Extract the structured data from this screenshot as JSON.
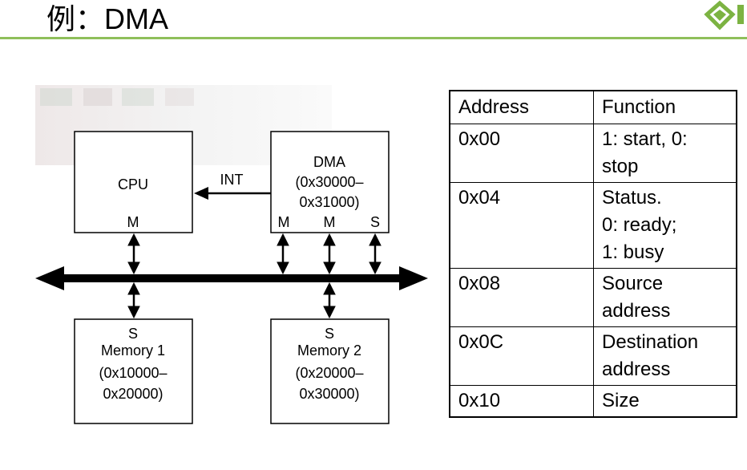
{
  "slide": {
    "title": "例：DMA"
  },
  "diagram": {
    "cpu": {
      "label": "CPU",
      "port": "M"
    },
    "dma": {
      "name": "DMA",
      "range_line1": "(0x30000–",
      "range_line2": "0x31000)",
      "ports": [
        "M",
        "M",
        "S"
      ]
    },
    "int_label": "INT",
    "memory1": {
      "port": "S",
      "name": "Memory 1",
      "range_line1": "(0x10000–",
      "range_line2": "0x20000)"
    },
    "memory2": {
      "port": "S",
      "name": "Memory 2",
      "range_line1": "(0x20000–",
      "range_line2": "0x30000)"
    }
  },
  "register_table": {
    "headers": {
      "address": "Address",
      "function": "Function"
    },
    "rows": [
      {
        "address": "0x00",
        "function": [
          "1: start, 0:",
          "stop"
        ]
      },
      {
        "address": "0x04",
        "function": [
          "Status.",
          "0: ready;",
          "1: busy"
        ]
      },
      {
        "address": "0x08",
        "function": [
          "Source",
          "address"
        ]
      },
      {
        "address": "0x0C",
        "function": [
          "Destination",
          "address"
        ]
      },
      {
        "address": "0x10",
        "function": [
          "Size"
        ]
      }
    ]
  },
  "colors": {
    "title_rule": "#8fbf5a",
    "logo_green": "#7cb342"
  }
}
